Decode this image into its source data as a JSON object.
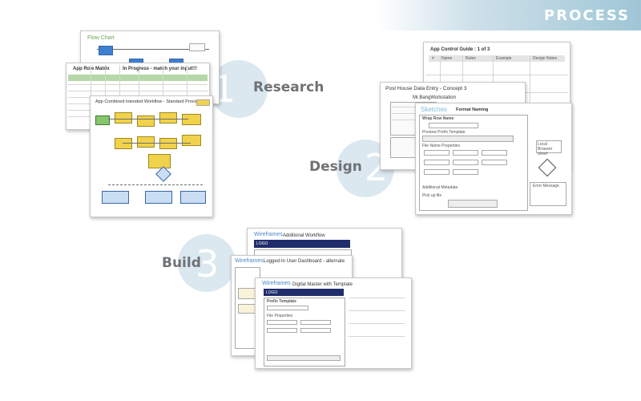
{
  "header": {
    "title": "PROCESS"
  },
  "steps": [
    {
      "number": "1",
      "label": "Research"
    },
    {
      "number": "2",
      "label": "Design"
    },
    {
      "number": "3",
      "label": "Build"
    }
  ],
  "research_docs": {
    "flow_chart_title": "Flow Chart",
    "matrix_title": "App Role Matrix",
    "matrix_heading": "In Progress - match your input!!!",
    "workflow_title": "App Combined Intended Workflow - Standard Process"
  },
  "design_docs": {
    "control_guide_title": "App Control Guide : 1 of 3",
    "control_cols": [
      "#",
      "Name",
      "Rules",
      "Example",
      "Design Notes"
    ],
    "data_entry_title": "Post House Data Entry - Concept 3",
    "data_entry_name": "Mr.BangWorkstation",
    "sketches_label": "Sketches",
    "sketches_subtitle": "Format Naming",
    "wrapper_label": "Wrap Row Name",
    "preview_label": "Preview Prefix Template",
    "file_section": "File Name Properties",
    "additional_section": "Additional Metadata",
    "pick_up_label": "Pick up file",
    "local_browser": "Local Browser sheet",
    "error_message": "Error Message"
  },
  "build_docs": {
    "wf1_label": "Wireframes",
    "wf1_subtitle": "Additional Workflow",
    "wf2_label": "Wireframes",
    "wf2_subtitle": "Logged-In User Dashboard - alternate",
    "wf3_label": "Wireframes",
    "wf3_subtitle": "Digital Master with Template",
    "logo": "LOGO",
    "prefix_template": "Prefix Template",
    "file_properties": "File Properties"
  },
  "colors": {
    "banner": "#9fc6d6",
    "circle": "#dbe8ef",
    "label": "#6f7275",
    "wireframe_bar": "#1f2d6b"
  }
}
